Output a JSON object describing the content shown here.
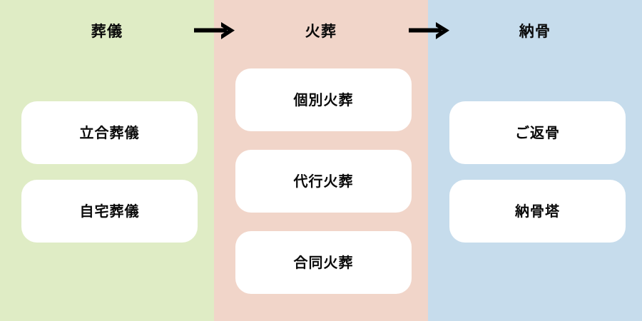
{
  "diagram": {
    "title_sequence": "葬儀 → 火葬 → 納骨",
    "columns": [
      {
        "id": "funeral",
        "header": "葬儀",
        "background_color": "#dfecc5",
        "cards": [
          {
            "label": "立合葬儀"
          },
          {
            "label": "自宅葬儀"
          }
        ]
      },
      {
        "id": "cremation",
        "header": "火葬",
        "background_color": "#f1d5c9",
        "cards": [
          {
            "label": "個別火葬"
          },
          {
            "label": "代行火葬"
          },
          {
            "label": "合同火葬"
          }
        ]
      },
      {
        "id": "interment",
        "header": "納骨",
        "background_color": "#c6dcec",
        "cards": [
          {
            "label": "ご返骨"
          },
          {
            "label": "納骨塔"
          }
        ]
      }
    ],
    "connectors": [
      {
        "id": "arrow-funeral-to-cremation",
        "icon": "arrow-right-icon",
        "color": "#000000"
      },
      {
        "id": "arrow-cremation-to-interment",
        "icon": "arrow-right-icon",
        "color": "#000000"
      }
    ],
    "card_color": "#ffffff",
    "text_color": "#0b0b0b"
  }
}
